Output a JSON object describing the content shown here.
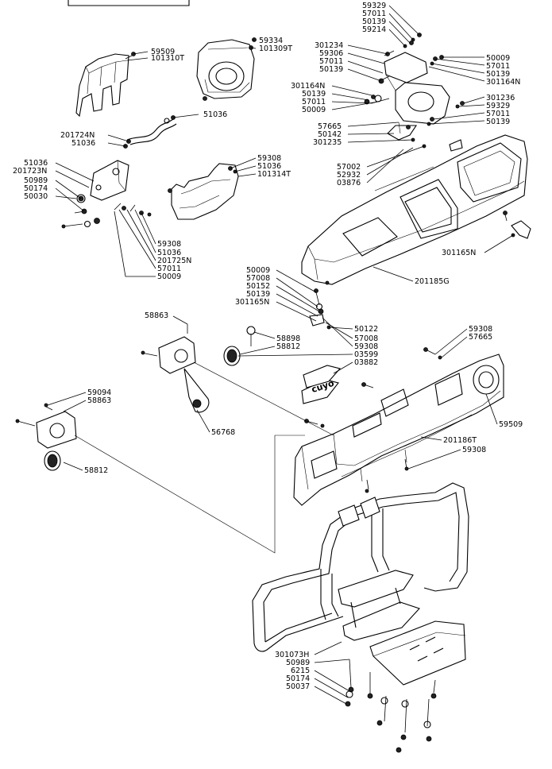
{
  "labels": {
    "l59329a": "59329",
    "l57011a": "57011",
    "l50139a": "50139",
    "l59214": "59214",
    "l59509a": "59509",
    "l101310T": "101310T",
    "l59334": "59334",
    "l101309T": "101309T",
    "l301234": "301234",
    "l59306": "59306",
    "l57011b": "57011",
    "l50139b": "50139",
    "l50009a": "50009",
    "l57011c": "57011",
    "l50139c": "50139",
    "l301164Na": "301164N",
    "l301164Nb": "301164N",
    "l50139d": "50139",
    "l57011d": "57011",
    "l50009b": "50009",
    "l301236": "301236",
    "l59329b": "59329",
    "l57011e": "57011",
    "l50139e": "50139",
    "l201724N": "201724N",
    "l51036a": "51036",
    "l51036b": "51036",
    "l57665a": "57665",
    "l50142": "50142",
    "l301235": "301235",
    "l59308a": "59308",
    "l51036c": "51036",
    "l101314T": "101314T",
    "l51036d": "51036",
    "l201723N": "201723N",
    "l50989a": "50989",
    "l50174a": "50174",
    "l50030": "50030",
    "l57002": "57002",
    "l52932": "52932",
    "l03876": "03876",
    "l59308b": "59308",
    "l51036e": "51036",
    "l201725N": "201725N",
    "l57011f": "57011",
    "l50009c": "50009",
    "l301165Na": "301165N",
    "l201185G": "201185G",
    "l50009d": "50009",
    "l57008a": "57008",
    "l50152": "50152",
    "l50139f": "50139",
    "l301165Nb": "301165N",
    "l58863a": "58863",
    "l50122": "50122",
    "l57008b": "57008",
    "l59308c": "59308",
    "l03599": "03599",
    "l03882": "03882",
    "l58898": "58898",
    "l58812a": "58812",
    "l59308d": "59308",
    "l57665b": "57665",
    "l59094": "59094",
    "l58863b": "58863",
    "l56768": "56768",
    "l59509b": "59509",
    "l201186T": "201186T",
    "l59308e": "59308",
    "l58812b": "58812",
    "l301073H": "301073H",
    "l50989b": "50989",
    "l6215": "6215",
    "l50174b": "50174",
    "l50037": "50037"
  },
  "decal_text": "cuyo"
}
